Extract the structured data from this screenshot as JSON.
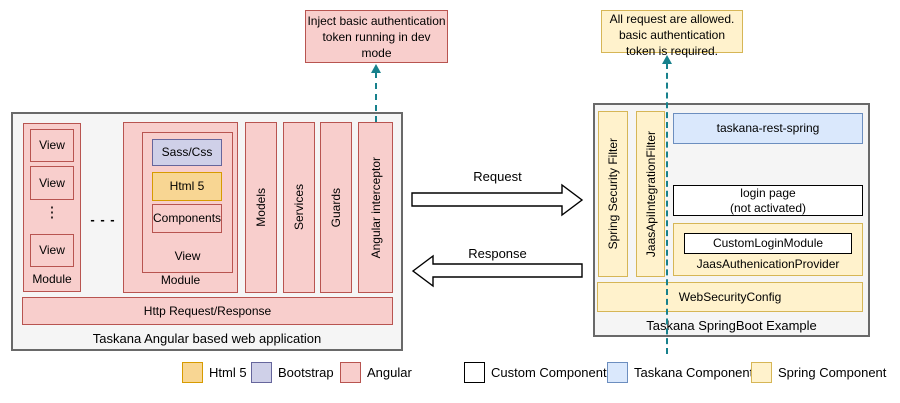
{
  "notes": {
    "left": {
      "lines": [
        "Inject basic authentication",
        "token running in dev",
        "mode"
      ]
    },
    "right": {
      "lines": [
        "All request are allowed.",
        "basic authentication",
        "token is required."
      ]
    }
  },
  "left_app": {
    "title": "Taskana Angular based web application",
    "module_list": {
      "views": [
        "View",
        "View",
        "View"
      ],
      "ellipsis_vertical": "⋮",
      "label": "Module"
    },
    "ellipsis_horizontal": "- - -",
    "module_detail": {
      "sass_css": "Sass/Css",
      "html5": "Html 5",
      "components": "Components",
      "view_label": "View",
      "label": "Module"
    },
    "bars": {
      "models": "Models",
      "services": "Services",
      "guards": "Guards",
      "interceptor": "Angular interceptor"
    },
    "http_bar": "Http Request/Response"
  },
  "flow": {
    "request": "Request",
    "response": "Response"
  },
  "right_app": {
    "title": "Taskana SpringBoot Example",
    "bars": {
      "spring_security_filter": "Spring Security Filter",
      "jaas_api_integration_filter": "JaasApiIntegrationFilter"
    },
    "taskana_rest_spring": "taskana-rest-spring",
    "login_page": {
      "lines": [
        "login page",
        "(not activated)"
      ]
    },
    "jaas_provider": {
      "custom_login_module": "CustomLoginModule",
      "label": "JaasAuthenicationProvider"
    },
    "web_security_config": "WebSecurityConfig"
  },
  "legend": {
    "items": [
      {
        "label": "Html 5",
        "fill": "#F8D693",
        "border": "#D79B00"
      },
      {
        "label": "Bootstrap",
        "fill": "#CFD0E8",
        "border": "#66669C"
      },
      {
        "label": "Angular",
        "fill": "#F8CECC",
        "border": "#B85450"
      },
      {
        "label": "Custom Component",
        "fill": "#FFFFFF",
        "border": "#000000"
      },
      {
        "label": "Taskana Component",
        "fill": "#DAE8FC",
        "border": "#6C8EBF"
      },
      {
        "label": "Spring Component",
        "fill": "#FFF2CC",
        "border": "#D6B656"
      }
    ]
  },
  "colors": {
    "angular_fill": "#F8CECC",
    "angular_border": "#B85450",
    "html5_fill": "#F8D693",
    "html5_border": "#D79B00",
    "bootstrap_fill": "#CFD0E8",
    "bootstrap_border": "#66669C",
    "taskana_fill": "#DAE8FC",
    "taskana_border": "#6C8EBF",
    "spring_fill": "#FFF2CC",
    "spring_border": "#D6B656",
    "container_fill": "#F5F5F5",
    "container_border": "#696969",
    "connector": "#17818C"
  }
}
